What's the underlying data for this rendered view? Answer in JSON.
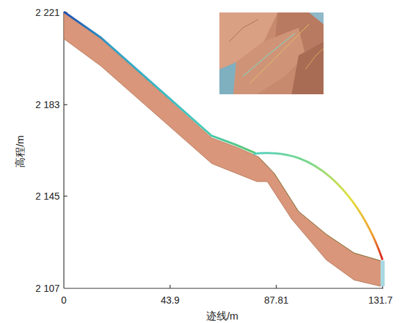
{
  "diagram": {
    "labels": [
      "2 221",
      "2 183",
      "2 145",
      "2 107",
      "0",
      "43.9",
      "87.81",
      "131.7",
      "迹线/m",
      "高程/m"
    ]
  }
}
